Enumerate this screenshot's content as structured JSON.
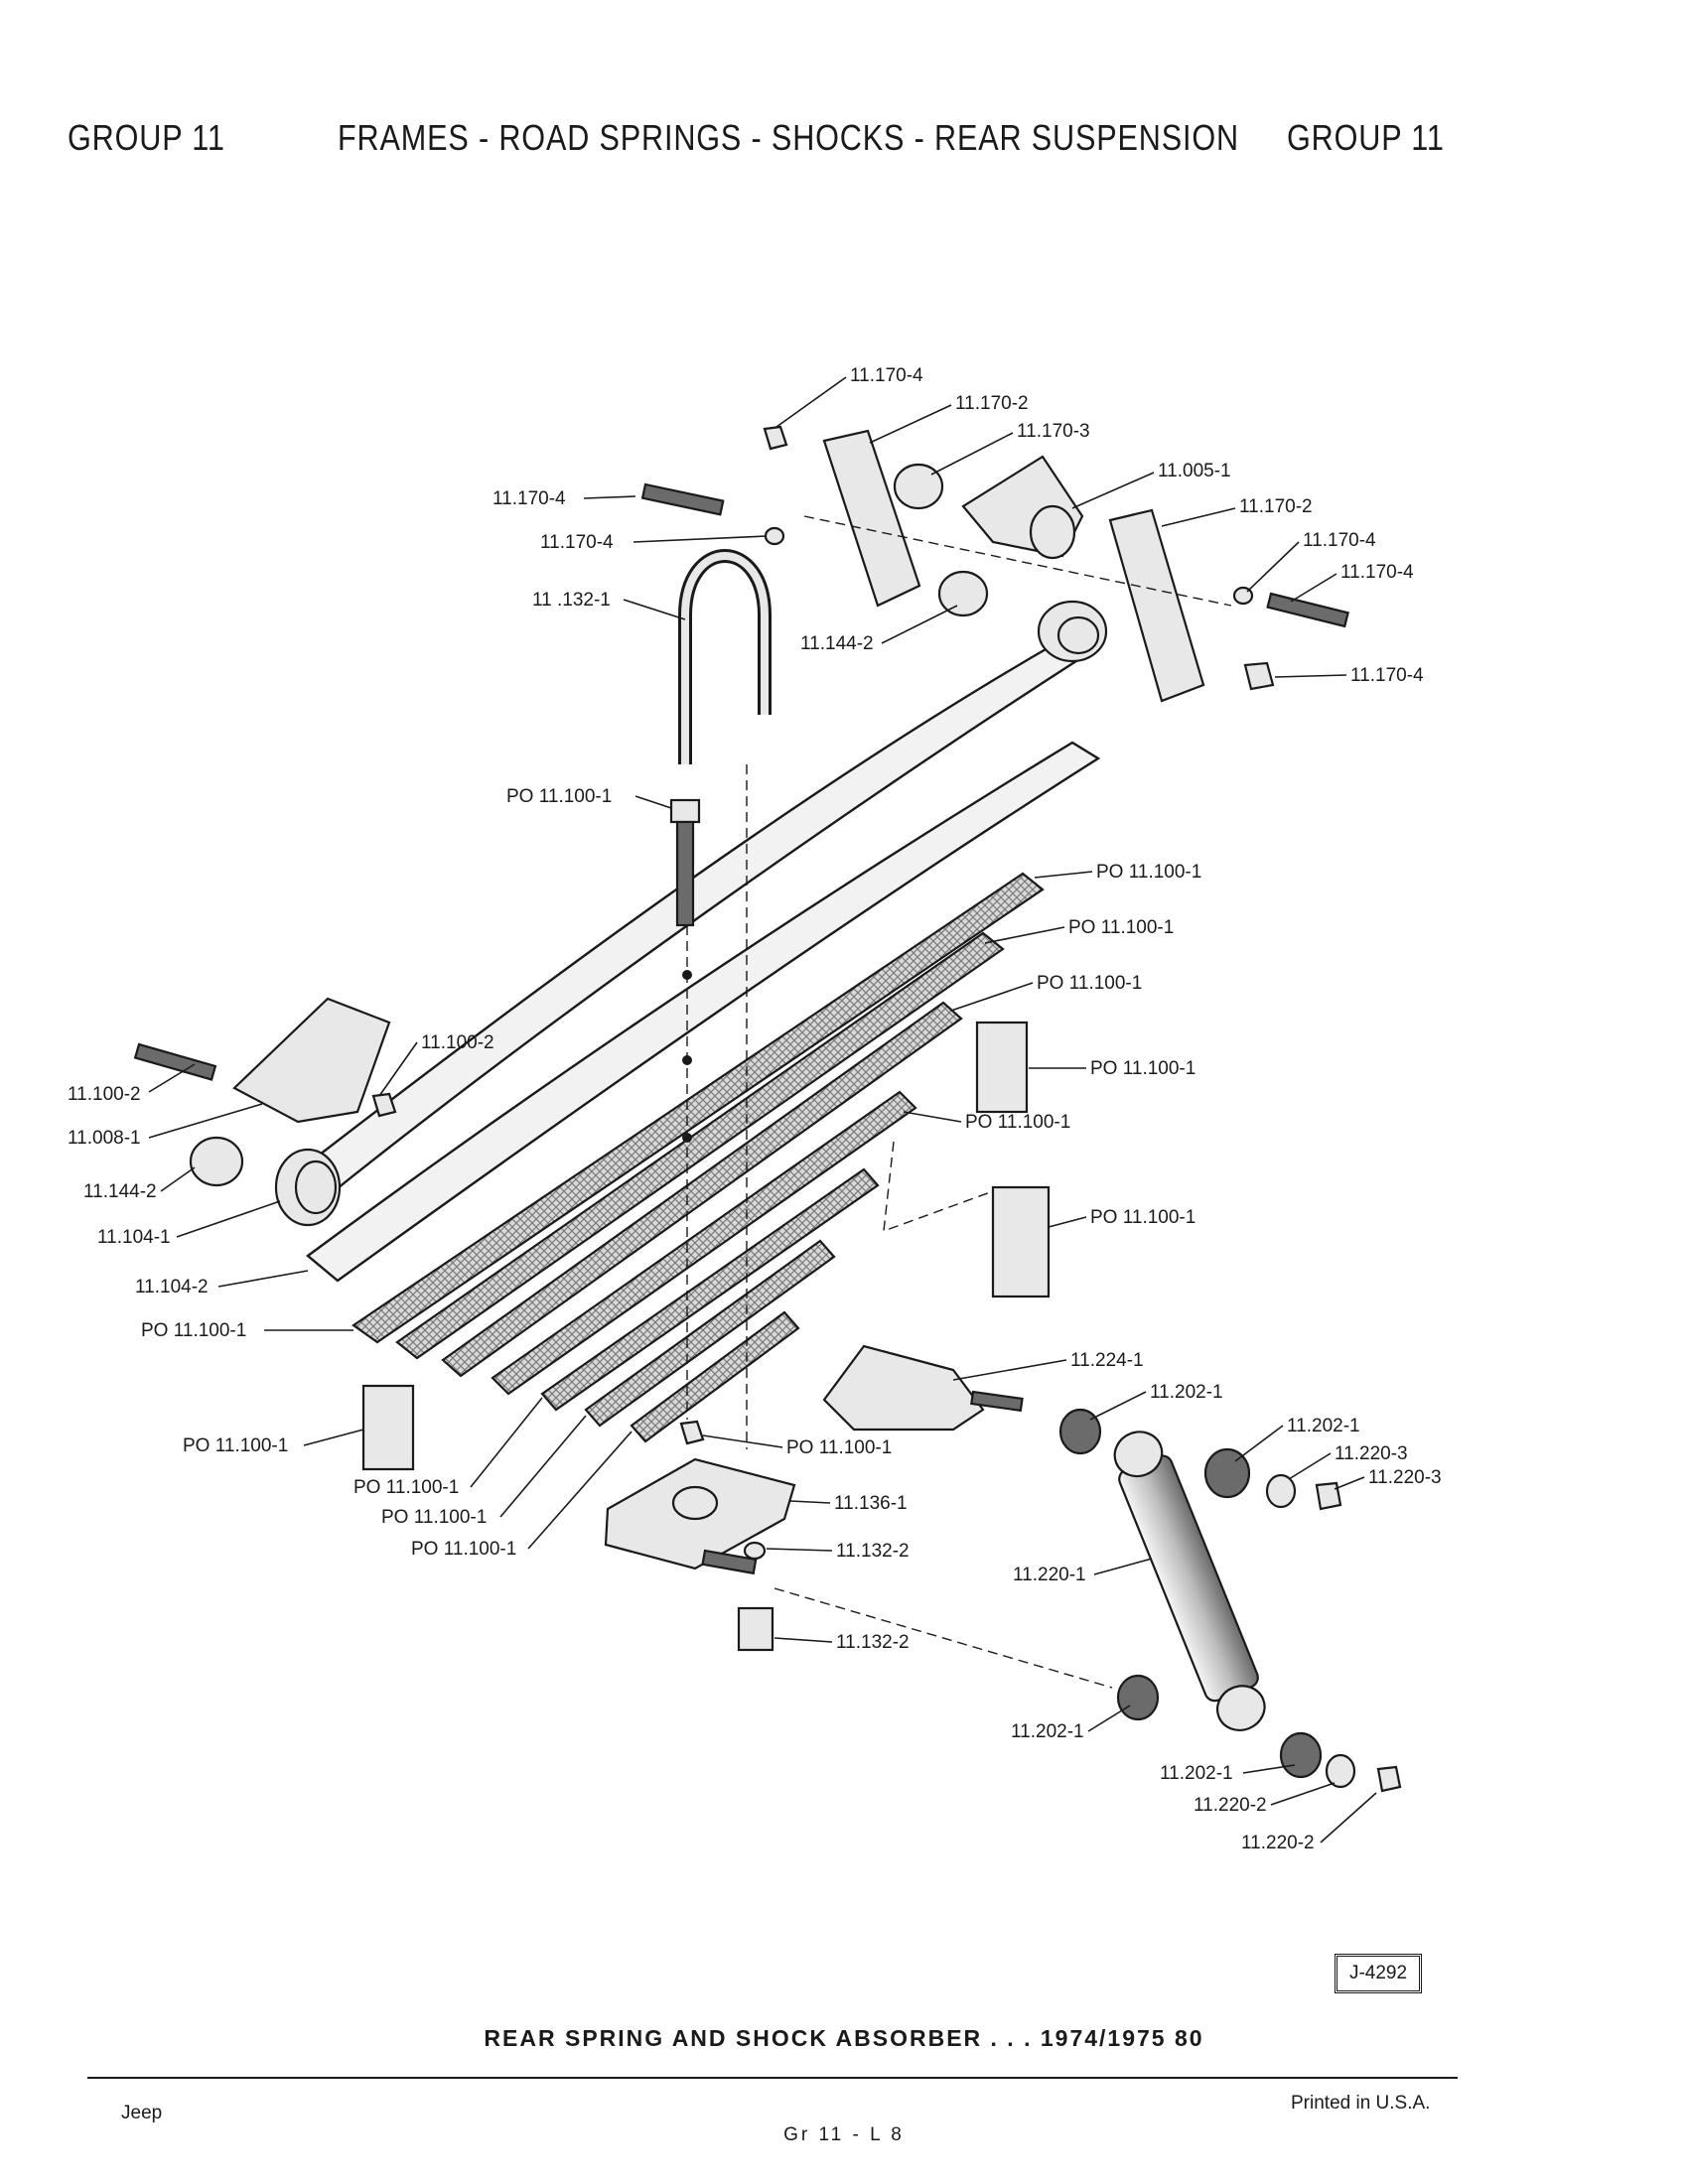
{
  "header": {
    "left": "GROUP 11",
    "center": "FRAMES - ROAD SPRINGS - SHOCKS - REAR SUSPENSION",
    "right": "GROUP 11"
  },
  "callouts": {
    "c1": "11.170-4",
    "c2": "11.170-2",
    "c3": "11.170-3",
    "c4": "11.005-1",
    "c5": "11.170-2",
    "c6": "11.170-4",
    "c7": "11.170-4",
    "c8": "11.170-4",
    "c9": "11.170-4",
    "c10": "11.170-4",
    "c11": "11 .132-1",
    "c12": "11.144-2",
    "c13": "PO 11.100-1",
    "c14": "PO 11.100-1",
    "c15": "PO 11.100-1",
    "c16": "PO 11.100-1",
    "c17": "PO 11.100-1",
    "c18": "11.100-2",
    "c19": "11.100-2",
    "c20": "11.008-1",
    "c21": "PO 11.100-1",
    "c22": "11.144-2",
    "c23": "11.104-1",
    "c24": "PO 11.100-1",
    "c25": "11.104-2",
    "c26": "PO 11.100-1",
    "c27": "11.224-1",
    "c28": "11.202-1",
    "c29": "11.202-1",
    "c30": "11.220-3",
    "c31": "11.220-3",
    "c32": "PO 11.100-1",
    "c33": "PO 11.100-1",
    "c34": "PO 11.100-1",
    "c35": "11.136-1",
    "c36": "PO 11.100-1",
    "c37": "PO 11.100-1",
    "c38": "11.132-2",
    "c39": "11.220-1",
    "c40": "11.132-2",
    "c41": "11.202-1",
    "c42": "11.202-1",
    "c43": "11.220-2",
    "c44": "11.220-2"
  },
  "ref_code": "J-4292",
  "caption": "REAR SPRING AND SHOCK ABSORBER . . . 1974/1975 80",
  "footer": {
    "left": "Jeep",
    "center": "Gr 11 - L 8",
    "right": "Printed in U.S.A."
  }
}
